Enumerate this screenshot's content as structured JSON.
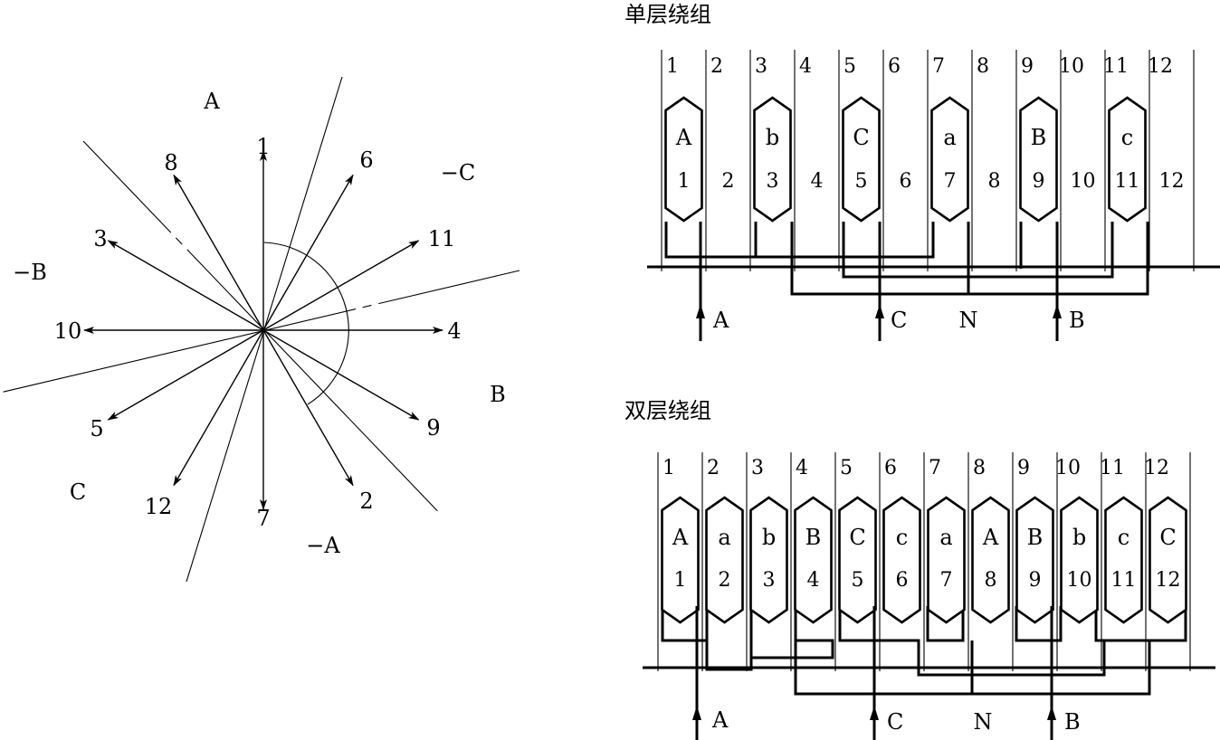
{
  "star": {
    "phasor_labels": [
      "1",
      "2",
      "3",
      "4",
      "5",
      "6",
      "7",
      "8",
      "9",
      "10",
      "11",
      "12"
    ],
    "zone_labels": {
      "A": "A",
      "neg_C": "−C",
      "B": "B",
      "neg_A": "−A",
      "C": "C",
      "neg_B": "−B"
    }
  },
  "single_layer": {
    "title": "单层绕组",
    "slot_numbers": [
      "1",
      "2",
      "3",
      "4",
      "5",
      "6",
      "7",
      "8",
      "9",
      "10",
      "11",
      "12"
    ],
    "coils": [
      {
        "letter": "A",
        "slot": "1"
      },
      {
        "letter": "b",
        "slot": "3"
      },
      {
        "letter": "C",
        "slot": "5"
      },
      {
        "letter": "a",
        "slot": "7"
      },
      {
        "letter": "B",
        "slot": "9"
      },
      {
        "letter": "c",
        "slot": "11"
      }
    ],
    "free_slots": [
      "2",
      "4",
      "6",
      "8",
      "10",
      "12"
    ],
    "terminals": {
      "A": "A",
      "C": "C",
      "N": "N",
      "B": "B"
    }
  },
  "double_layer": {
    "title": "双层绕组",
    "slot_numbers": [
      "1",
      "2",
      "3",
      "4",
      "5",
      "6",
      "7",
      "8",
      "9",
      "10",
      "11",
      "12"
    ],
    "coils": [
      {
        "letter": "A",
        "slot": "1"
      },
      {
        "letter": "a",
        "slot": "2"
      },
      {
        "letter": "b",
        "slot": "3"
      },
      {
        "letter": "B",
        "slot": "4"
      },
      {
        "letter": "C",
        "slot": "5"
      },
      {
        "letter": "c",
        "slot": "6"
      },
      {
        "letter": "a",
        "slot": "7"
      },
      {
        "letter": "A",
        "slot": "8"
      },
      {
        "letter": "B",
        "slot": "9"
      },
      {
        "letter": "b",
        "slot": "10"
      },
      {
        "letter": "c",
        "slot": "11"
      },
      {
        "letter": "C",
        "slot": "12"
      }
    ],
    "terminals": {
      "A": "A",
      "C": "C",
      "N": "N",
      "B": "B"
    }
  }
}
